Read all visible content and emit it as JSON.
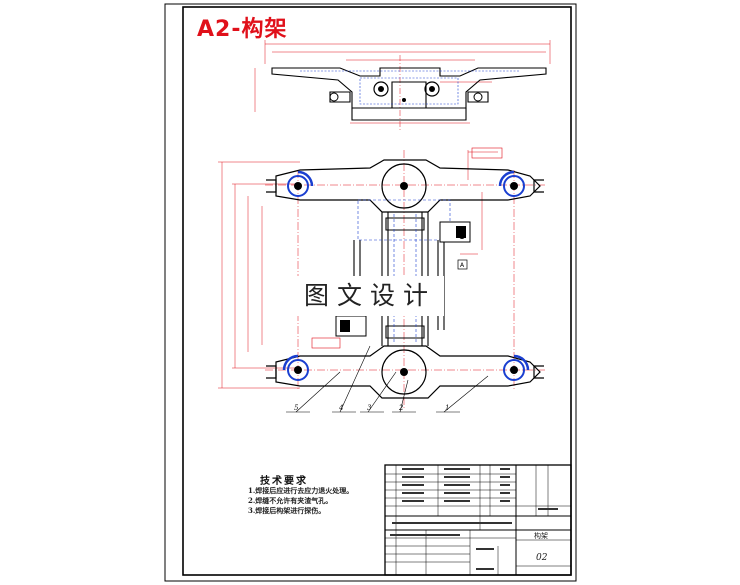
{
  "title": "A2-构架",
  "watermark": "图文设计",
  "technical_requirements": {
    "heading": "技术要求",
    "items": [
      "1.焊接后应进行去应力退火处理。",
      "2.焊缝不允许有夹渣气孔。",
      "3.焊接后构架进行探伤。"
    ]
  },
  "balloons": [
    "5",
    "4",
    "3",
    "2",
    "1"
  ],
  "title_block": {
    "part_name": "构架",
    "drawing_number": "02"
  },
  "colors": {
    "outline": "#000000",
    "centerline": "#e0101a",
    "dimension": "#e0101a",
    "hidden": "#1a3fd0",
    "title_red": "#e0101a"
  }
}
